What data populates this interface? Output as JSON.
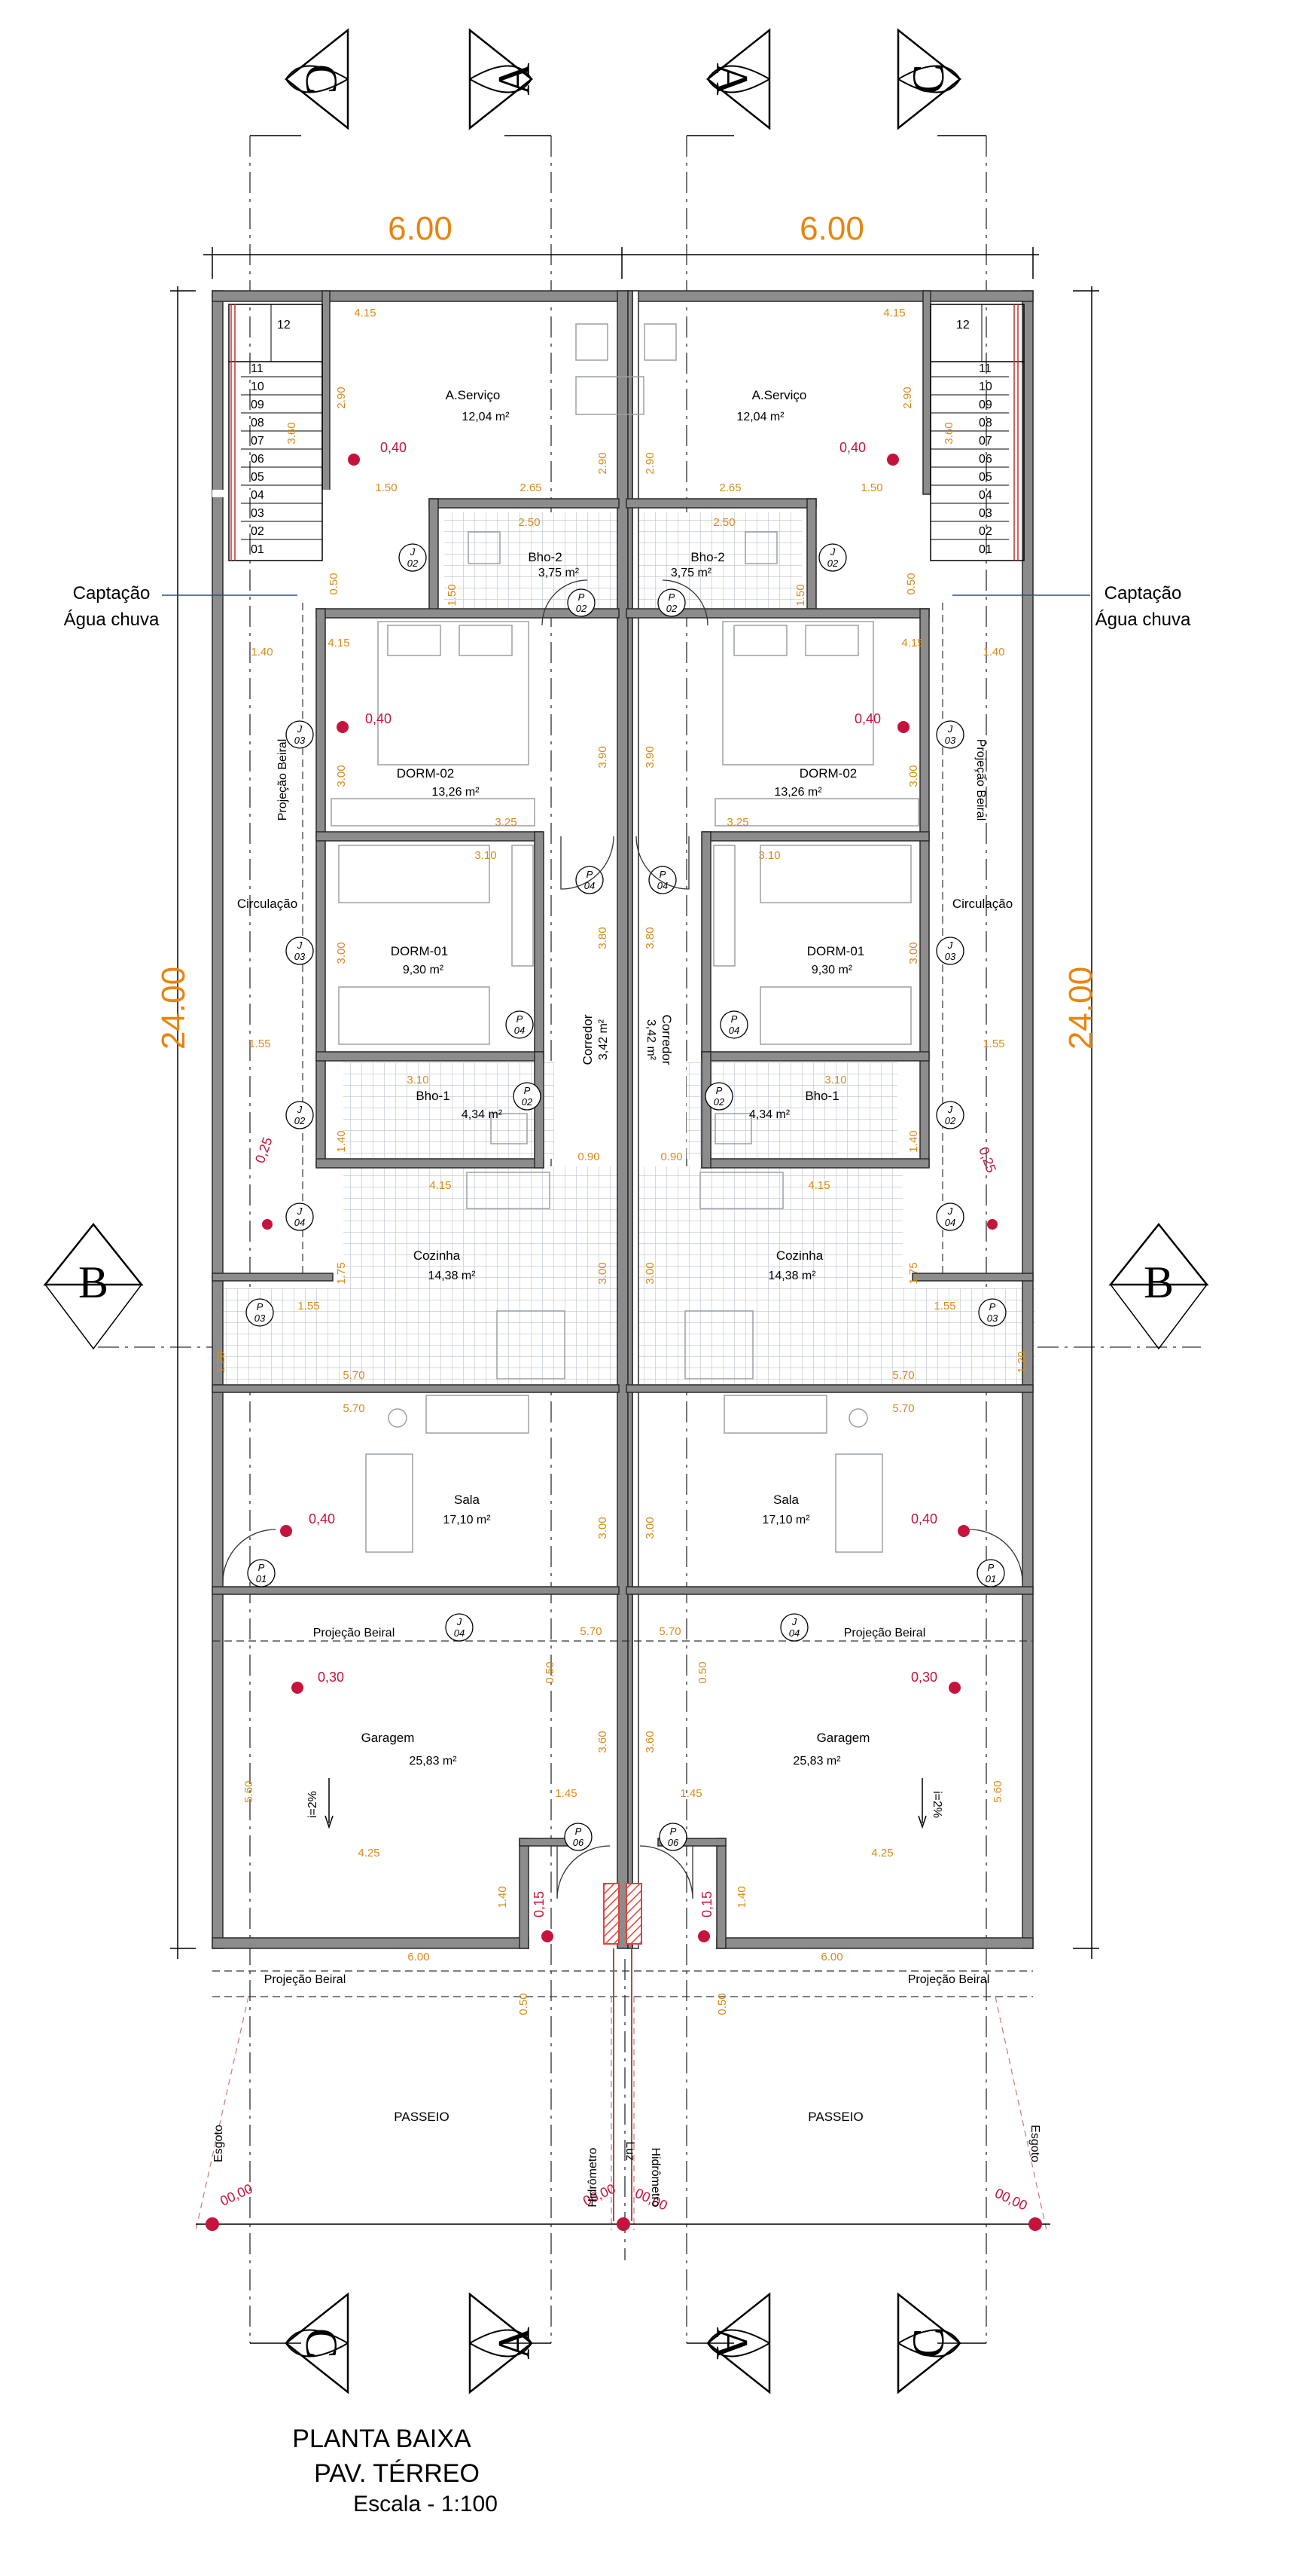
{
  "title": {
    "line1": "PLANTA BAIXA",
    "line2": "PAV. TÉRREO",
    "scale": "Escala - 1:100"
  },
  "overall": {
    "width_each": "6.00",
    "length": "24.00"
  },
  "section_markers": {
    "a": "A",
    "b": "B",
    "c": "C"
  },
  "side_labels": {
    "rain": "Captação",
    "rain2": "Água chuva",
    "sewer": "Esgoto",
    "hydrometer": "Hidrômetro",
    "light": "Luz"
  },
  "outdoor": {
    "sidewalk": "PASSEIO",
    "eave": "Projeção Beiral"
  },
  "rooms": {
    "service": "A.Serviço",
    "service_area": "12,04 m²",
    "bath2": "Bho-2",
    "bath2_area": "3,75 m²",
    "dorm2": "DORM-02",
    "dorm2_area": "13,26 m²",
    "dorm1": "DORM-01",
    "dorm1_area": "9,30 m²",
    "bath1": "Bho-1",
    "bath1_area": "4,34 m²",
    "corridor": "Corredor",
    "corridor_area": "3,42 m²",
    "circulation": "Circulação",
    "kitchen": "Cozinha",
    "kitchen_area": "14,38 m²",
    "living": "Sala",
    "living_area": "17,10 m²",
    "garage": "Garagem",
    "garage_area": "25,83 m²"
  },
  "dims": {
    "d415": "4.15",
    "d290": "2.90",
    "d360": "3.60",
    "d150": "1.50",
    "d265": "2.65",
    "d250": "2.50",
    "d300": "3.00",
    "d390": "3.90",
    "d325": "3.25",
    "d310": "3.10",
    "d380": "3.80",
    "d155": "1.55",
    "d140": "1.40",
    "d090": "0.90",
    "d175": "1.75",
    "d570": "5.70",
    "d050": "0.50",
    "d145": "1.45",
    "d425": "4.25",
    "d560": "5.60",
    "d600": "6.00",
    "d120": "1.20"
  },
  "levels": {
    "l040": "0,40",
    "l030": "0,30",
    "l025": "0,25",
    "l015": "0,15",
    "l000": "00,00"
  },
  "slope": "i=2%",
  "doors": {
    "j": "J",
    "p": "P",
    "n01": "01",
    "n02": "02",
    "n03": "03",
    "n04": "04",
    "n06": "06"
  },
  "stairs": [
    "12",
    "11",
    "10",
    "09",
    "08",
    "07",
    "06",
    "05",
    "04",
    "03",
    "02",
    "01"
  ]
}
